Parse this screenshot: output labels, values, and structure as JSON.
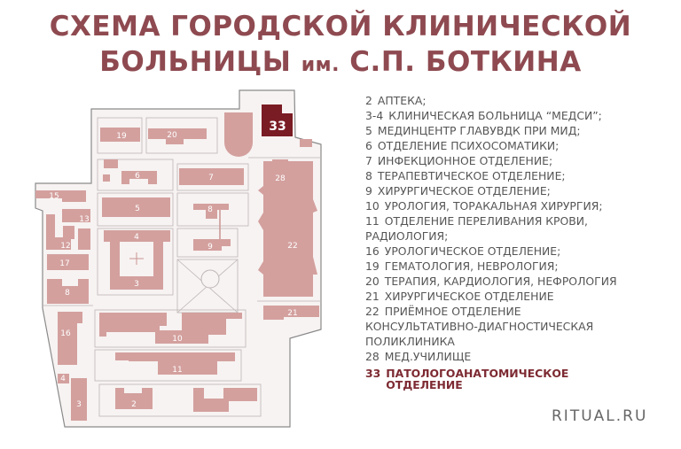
{
  "title": {
    "line1": "СХЕМА  ГОРОДСКОЙ КЛИНИЧЕСКОЙ",
    "line2_main": "БОЛЬНИЦЫ",
    "line2_small": "им.",
    "line2_end": "С.П. БОТКИНА"
  },
  "colors": {
    "title": "#8e4a50",
    "building": "#d3a09e",
    "highlight": "#7a1c24",
    "legend_text": "#555555"
  },
  "map": {
    "labels": {
      "b19": "19",
      "b20": "20",
      "b33": "33",
      "b6": "6",
      "b7": "7",
      "b28": "28",
      "b22": "22",
      "b15": "15",
      "b5": "5",
      "b8c": "8",
      "b13": "13",
      "b12": "12",
      "b4": "4",
      "b3": "3",
      "b9": "9",
      "b17": "17",
      "b8l": "8",
      "b21": "21",
      "b16": "16",
      "b10": "10",
      "b11": "11",
      "b4s": "4",
      "b3s": "3",
      "b2": "2"
    }
  },
  "legend": {
    "items": [
      {
        "num": "2",
        "text": "АПТЕКА;"
      },
      {
        "num": "3-4",
        "text": "КЛИНИЧЕСКАЯ БОЛЬНИЦА “МЕДСИ”;"
      },
      {
        "num": "5",
        "text": "МЕДИНЦЕНТР ГЛАВУВДК ПРИ МИД;"
      },
      {
        "num": "6",
        "text": "ОТДЕЛЕНИЕ ПСИХОСОМАТИКИ;"
      },
      {
        "num": "7",
        "text": "ИНФЕКЦИОННОЕ ОТДЕЛЕНИЕ;"
      },
      {
        "num": "8",
        "text": "ТЕРАПЕВТИЧЕСКОЕ ОТДЕЛЕНИЕ;"
      },
      {
        "num": "9",
        "text": "ХИРУРГИЧЕСКОЕ ОТДЕЛЕНИЕ;"
      },
      {
        "num": "10",
        "text": "УРОЛОГИЯ, ТОРАКАЛЬНАЯ ХИРУРГИЯ;"
      },
      {
        "num": "11",
        "text": "ОТДЕЛЕНИЕ ПЕРЕЛИВАНИЯ КРОВИ,"
      },
      {
        "num": "",
        "text": "РАДИОЛОГИЯ;"
      },
      {
        "num": "16",
        "text": "УРОЛОГИЧЕСКОЕ ОТДЕЛЕНИЕ;"
      },
      {
        "num": "19",
        "text": "ГЕМАТОЛОГИЯ, НЕВРОЛОГИЯ;"
      },
      {
        "num": "20",
        "text": "ТЕРАПИЯ, КАРДИОЛОГИЯ, НЕФРОЛОГИЯ"
      },
      {
        "num": "21",
        "text": "ХИРУРГИЧЕСКОЕ ОТДЕЛЕНИЕ"
      },
      {
        "num": "22",
        "text": "ПРИЁМНОЕ ОТДЕЛЕНИЕ"
      },
      {
        "num": "",
        "text": "КОНСУЛЬТАТИВНО-ДИАГНОСТИЧЕСКАЯ"
      },
      {
        "num": "",
        "text": "ПОЛИКЛИНИКА"
      },
      {
        "num": "28",
        "text": "МЕД.УЧИЛИЩЕ"
      }
    ],
    "highlight": {
      "num": "33",
      "text": "ПАТОЛОГОАНАТОМИЧЕСКОЕ ОТДЕЛЕНИЕ"
    }
  },
  "logo": "RITUAL.RU"
}
